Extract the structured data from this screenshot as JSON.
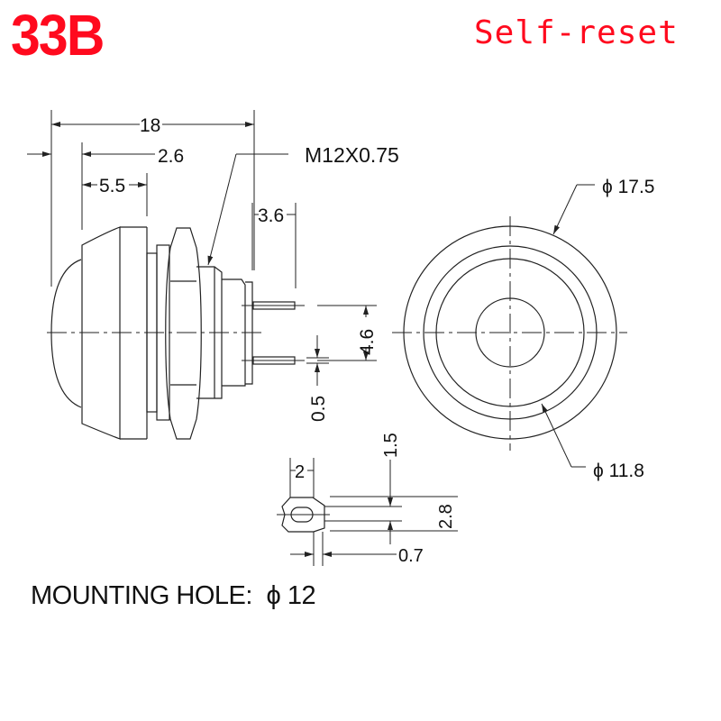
{
  "header": {
    "model": "33B",
    "type": "Self-reset"
  },
  "colors": {
    "accent": "#ff0a1e",
    "line": "#222222"
  },
  "side_view": {
    "dimensions": {
      "overall_length": "18",
      "cap_offset": "2.6",
      "cap_width": "5.5",
      "terminal_length": "3.6",
      "thread_spec": "M12X0.75",
      "pin_spacing": "4.6",
      "pin_thickness": "0.5"
    }
  },
  "front_view": {
    "outer_diameter": "ϕ 17.5",
    "inner_diameter": "ϕ 11.8"
  },
  "terminal_detail": {
    "width": "2",
    "hole": "1.5",
    "height": "2.8",
    "thickness": "0.7"
  },
  "footer": {
    "mounting_hole_label": "MOUNTING HOLE:",
    "mounting_hole_value": "ϕ 12"
  }
}
